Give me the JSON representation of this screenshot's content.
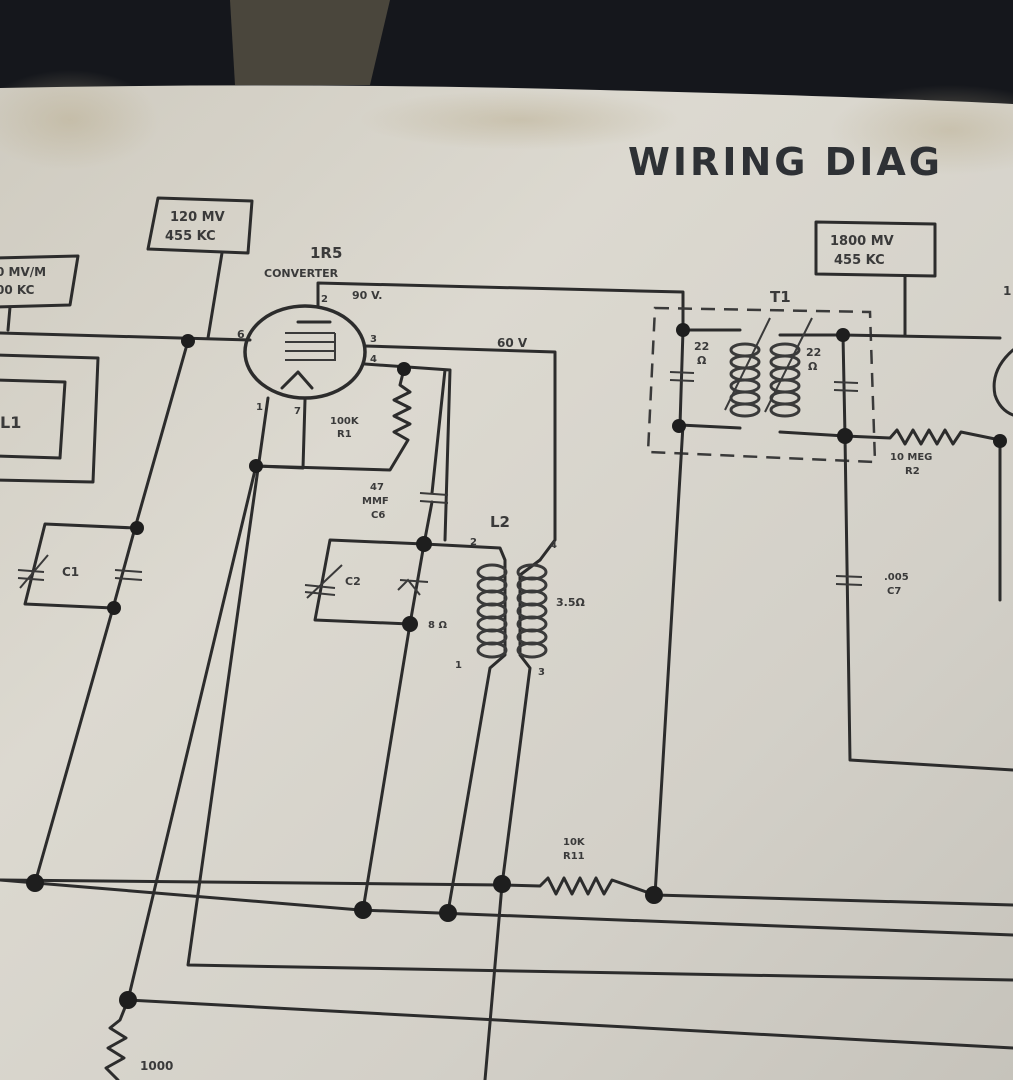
{
  "title": "WIRING DIAG",
  "tube": {
    "type": "1R5",
    "function": "CONVERTER",
    "plate_voltage": "90 V.",
    "screen_voltage": "60 V",
    "pins": {
      "p2": "2",
      "p6": "6",
      "p3": "3",
      "p4": "4",
      "p1": "1",
      "p7": "7"
    }
  },
  "test_points": [
    {
      "line1": "0 MV/M",
      "line2": "00 KC"
    },
    {
      "line1": "120 MV",
      "line2": "455 KC"
    },
    {
      "line1": "1800 MV",
      "line2": "455 KC"
    }
  ],
  "components": {
    "L1": "L1",
    "C1": "C1",
    "R1": {
      "value": "100K",
      "ref": "R1"
    },
    "C6": {
      "value1": "47",
      "value2": "MMF",
      "ref": "C6"
    },
    "C2": "C2",
    "L2": {
      "ref": "L2",
      "pin2": "2",
      "pin4": "4",
      "pin1": "1",
      "pin3": "3",
      "res1": "8 Ω",
      "res2": "3.5Ω"
    },
    "T1": {
      "ref": "T1",
      "res_primary": "22",
      "res_secondary": "22",
      "ohm": "Ω"
    },
    "R2": {
      "value": "10 MEG",
      "ref": "R2"
    },
    "C7": {
      "value": ".005",
      "ref": "C7"
    },
    "R11": {
      "value": "10K",
      "ref": "R11"
    },
    "bottom_resistor": {
      "value": "1000"
    },
    "next_tube_label": "1"
  }
}
